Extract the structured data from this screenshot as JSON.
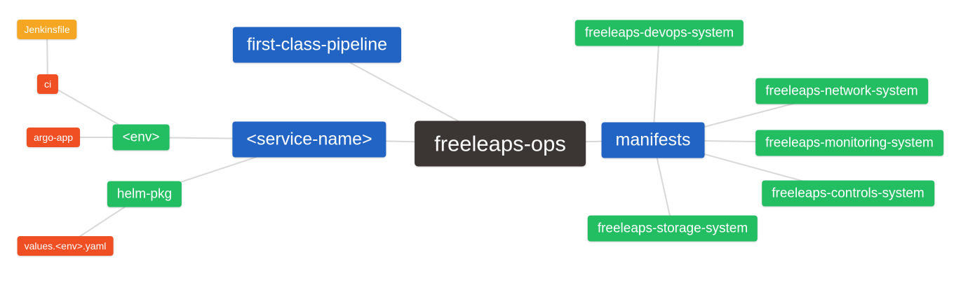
{
  "diagram": {
    "type": "mindmap",
    "root_label": "freeleaps-ops",
    "colors": {
      "blue": "#2264c4",
      "dark": "#3b3633",
      "green": "#23bd62",
      "orange": "#f5a623",
      "red": "#f04e23",
      "edge": "#d8d8d8"
    },
    "nodes": [
      {
        "id": "jenkinsfile",
        "label": "Jenkinsfile",
        "color": "#f5a623"
      },
      {
        "id": "ci",
        "label": "ci",
        "color": "#f04e23"
      },
      {
        "id": "argo-app",
        "label": "argo-app",
        "color": "#f04e23"
      },
      {
        "id": "env",
        "label": "<env>",
        "color": "#23bd62"
      },
      {
        "id": "helm-pkg",
        "label": "helm-pkg",
        "color": "#23bd62"
      },
      {
        "id": "values-env-yaml",
        "label": "values.<env>.yaml",
        "color": "#f04e23"
      },
      {
        "id": "first-class-pipeline",
        "label": "first-class-pipeline",
        "color": "#2264c4"
      },
      {
        "id": "service-name",
        "label": "<service-name>",
        "color": "#2264c4"
      },
      {
        "id": "freeleaps-ops",
        "label": "freeleaps-ops",
        "color": "#3b3633"
      },
      {
        "id": "manifests",
        "label": "manifests",
        "color": "#2264c4"
      },
      {
        "id": "devops-system",
        "label": "freeleaps-devops-system",
        "color": "#23bd62"
      },
      {
        "id": "network-system",
        "label": "freeleaps-network-system",
        "color": "#23bd62"
      },
      {
        "id": "monitoring-system",
        "label": "freeleaps-monitoring-system",
        "color": "#23bd62"
      },
      {
        "id": "controls-system",
        "label": "freeleaps-controls-system",
        "color": "#23bd62"
      },
      {
        "id": "storage-system",
        "label": "freeleaps-storage-system",
        "color": "#23bd62"
      }
    ],
    "edges": [
      [
        "jenkinsfile",
        "ci"
      ],
      [
        "ci",
        "env"
      ],
      [
        "argo-app",
        "env"
      ],
      [
        "env",
        "service-name"
      ],
      [
        "helm-pkg",
        "service-name"
      ],
      [
        "values-env-yaml",
        "helm-pkg"
      ],
      [
        "first-class-pipeline",
        "freeleaps-ops"
      ],
      [
        "service-name",
        "freeleaps-ops"
      ],
      [
        "freeleaps-ops",
        "manifests"
      ],
      [
        "manifests",
        "devops-system"
      ],
      [
        "manifests",
        "network-system"
      ],
      [
        "manifests",
        "monitoring-system"
      ],
      [
        "manifests",
        "controls-system"
      ],
      [
        "manifests",
        "storage-system"
      ]
    ]
  }
}
